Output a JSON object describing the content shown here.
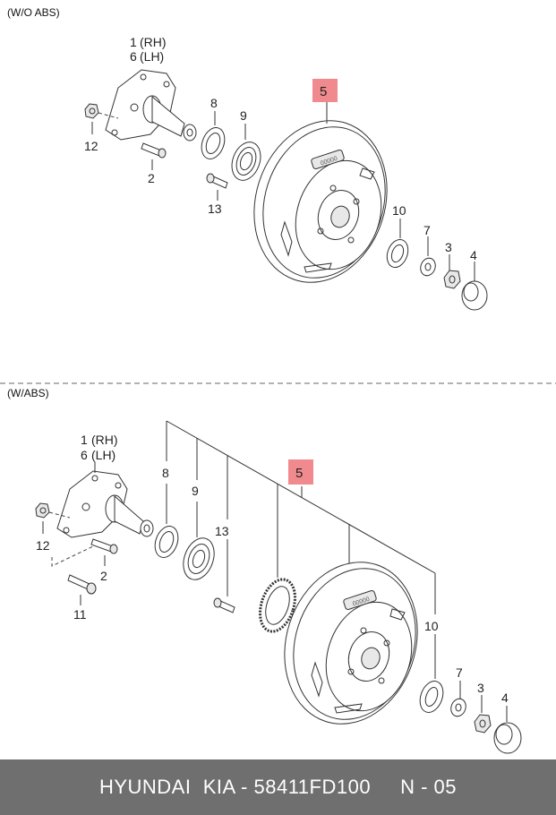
{
  "sections": {
    "top_label": "(W/O ABS)",
    "bottom_label": "(W/ABS)"
  },
  "top": {
    "c1": "1",
    "c1s": "(RH)",
    "c6": "6",
    "c6s": "(LH)",
    "c12": "12",
    "c2": "2",
    "c8": "8",
    "c9": "9",
    "c13": "13",
    "c5": "5",
    "c10": "10",
    "c7": "7",
    "c3": "3",
    "c4": "4"
  },
  "bottom": {
    "c1": "1",
    "c1s": "(RH)",
    "c6": "6",
    "c6s": "(LH)",
    "c12": "12",
    "c2": "2",
    "c11": "11",
    "c8": "8",
    "c9": "9",
    "c13": "13",
    "c5": "5",
    "c10": "10",
    "c7": "7",
    "c3": "3",
    "c4": "4"
  },
  "drum_marking": "00000",
  "footer": {
    "text": "HYUNDAI  KIA - 58411FD100     N - 05"
  },
  "colors": {
    "highlight": "#f08a8e",
    "footer_bg": "#6f6f6f"
  }
}
